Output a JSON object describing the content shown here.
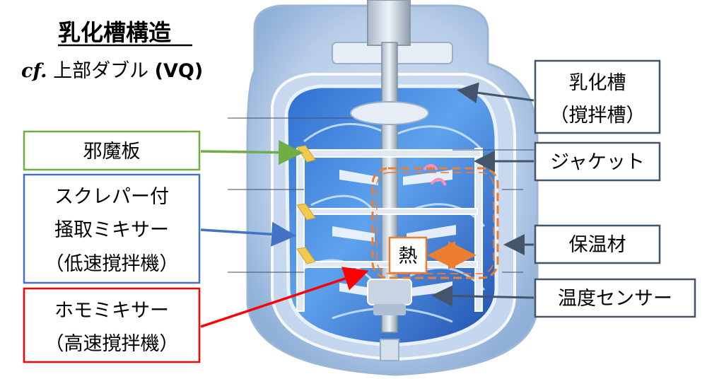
{
  "title": "乳化槽構造",
  "subtitle": {
    "prefix": "cf.",
    "text": " 上部ダブル ",
    "model": "(VQ)"
  },
  "labels": {
    "baffle": "邪魔板",
    "scraper_line1": "スクレパー付",
    "scraper_line2": "掻取ミキサー",
    "scraper_line3": "（低速撹拌機）",
    "homo_line1": "ホモミキサー",
    "homo_line2": "（高速撹拌機）",
    "tank_line1": "乳化槽",
    "tank_line2": "（撹拌槽）",
    "jacket": "ジャケット",
    "insulation": "保温材",
    "sensor": "温度センサー",
    "heat": "熱"
  },
  "colors": {
    "baffle_accent": "#70ad47",
    "scraper_accent": "#4472c4",
    "homo_accent": "#ff0000",
    "right_box_accent": "#44546a",
    "heat_accent": "#ed7d31"
  }
}
